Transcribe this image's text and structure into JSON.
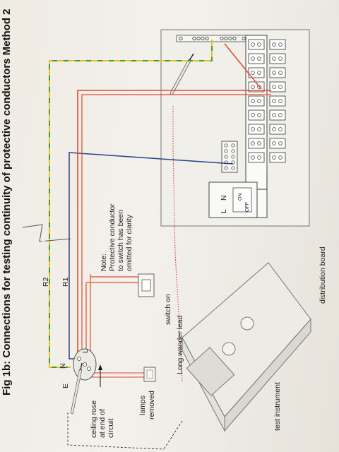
{
  "title": "Fig 1b:  Connections for testing continuity of protective conductors Method 2",
  "labels": {
    "distribution_board": "distribution board",
    "test_instrument": "test instrument",
    "ceiling_rose_line1": "ceiling rose",
    "ceiling_rose_line2": "at end of",
    "ceiling_rose_line3": "circuit",
    "lamps_line1": "lamps",
    "lamps_line2": "removed",
    "switch_on": "switch on",
    "long_wander_lead": "Long wander lead",
    "note_line1": "Note:",
    "note_line2": "Protective conductor",
    "note_line3": "to switch has been",
    "note_line4": "omitted for clarity",
    "r2": "R2",
    "r1": "R1",
    "terminal_e": "E",
    "terminal_n": "N",
    "terminal_l": "L",
    "switch_l": "L",
    "switch_n": "N",
    "switch_on_pos": "ON",
    "switch_off_pos": "OFF"
  },
  "colors": {
    "earth_green": "#3f9b3c",
    "earth_yellow": "#e6c21f",
    "line_red": "#e0482f",
    "neutral_blue": "#2a3e8f",
    "wander_lead_red": "#d3372f",
    "dashed_outline": "#2b2b2b"
  }
}
